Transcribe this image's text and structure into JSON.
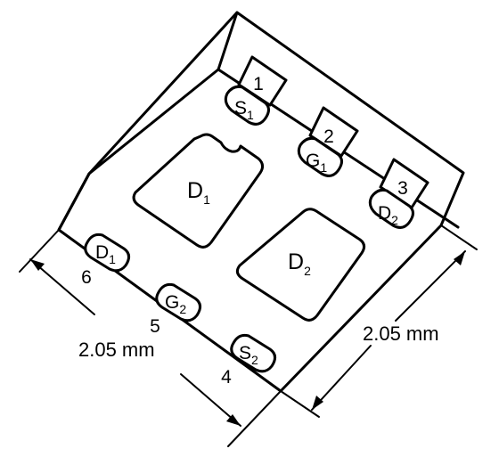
{
  "pins": {
    "p1": {
      "number": "1",
      "name": "S",
      "sub": "1"
    },
    "p2": {
      "number": "2",
      "name": "G",
      "sub": "1"
    },
    "p3": {
      "number": "3",
      "name": "D",
      "sub": "2"
    },
    "p4": {
      "number": "4",
      "name": "S",
      "sub": "2"
    },
    "p5": {
      "number": "5",
      "name": "G",
      "sub": "2"
    },
    "p6": {
      "number": "6",
      "name": "D",
      "sub": "1"
    }
  },
  "die_pads": {
    "d1": {
      "name": "D",
      "sub": "1"
    },
    "d2": {
      "name": "D",
      "sub": "2"
    }
  },
  "dimensions": {
    "left": "2.05 mm",
    "right": "2.05 mm"
  },
  "colors": {
    "stroke": "#000000",
    "background": "#ffffff"
  }
}
